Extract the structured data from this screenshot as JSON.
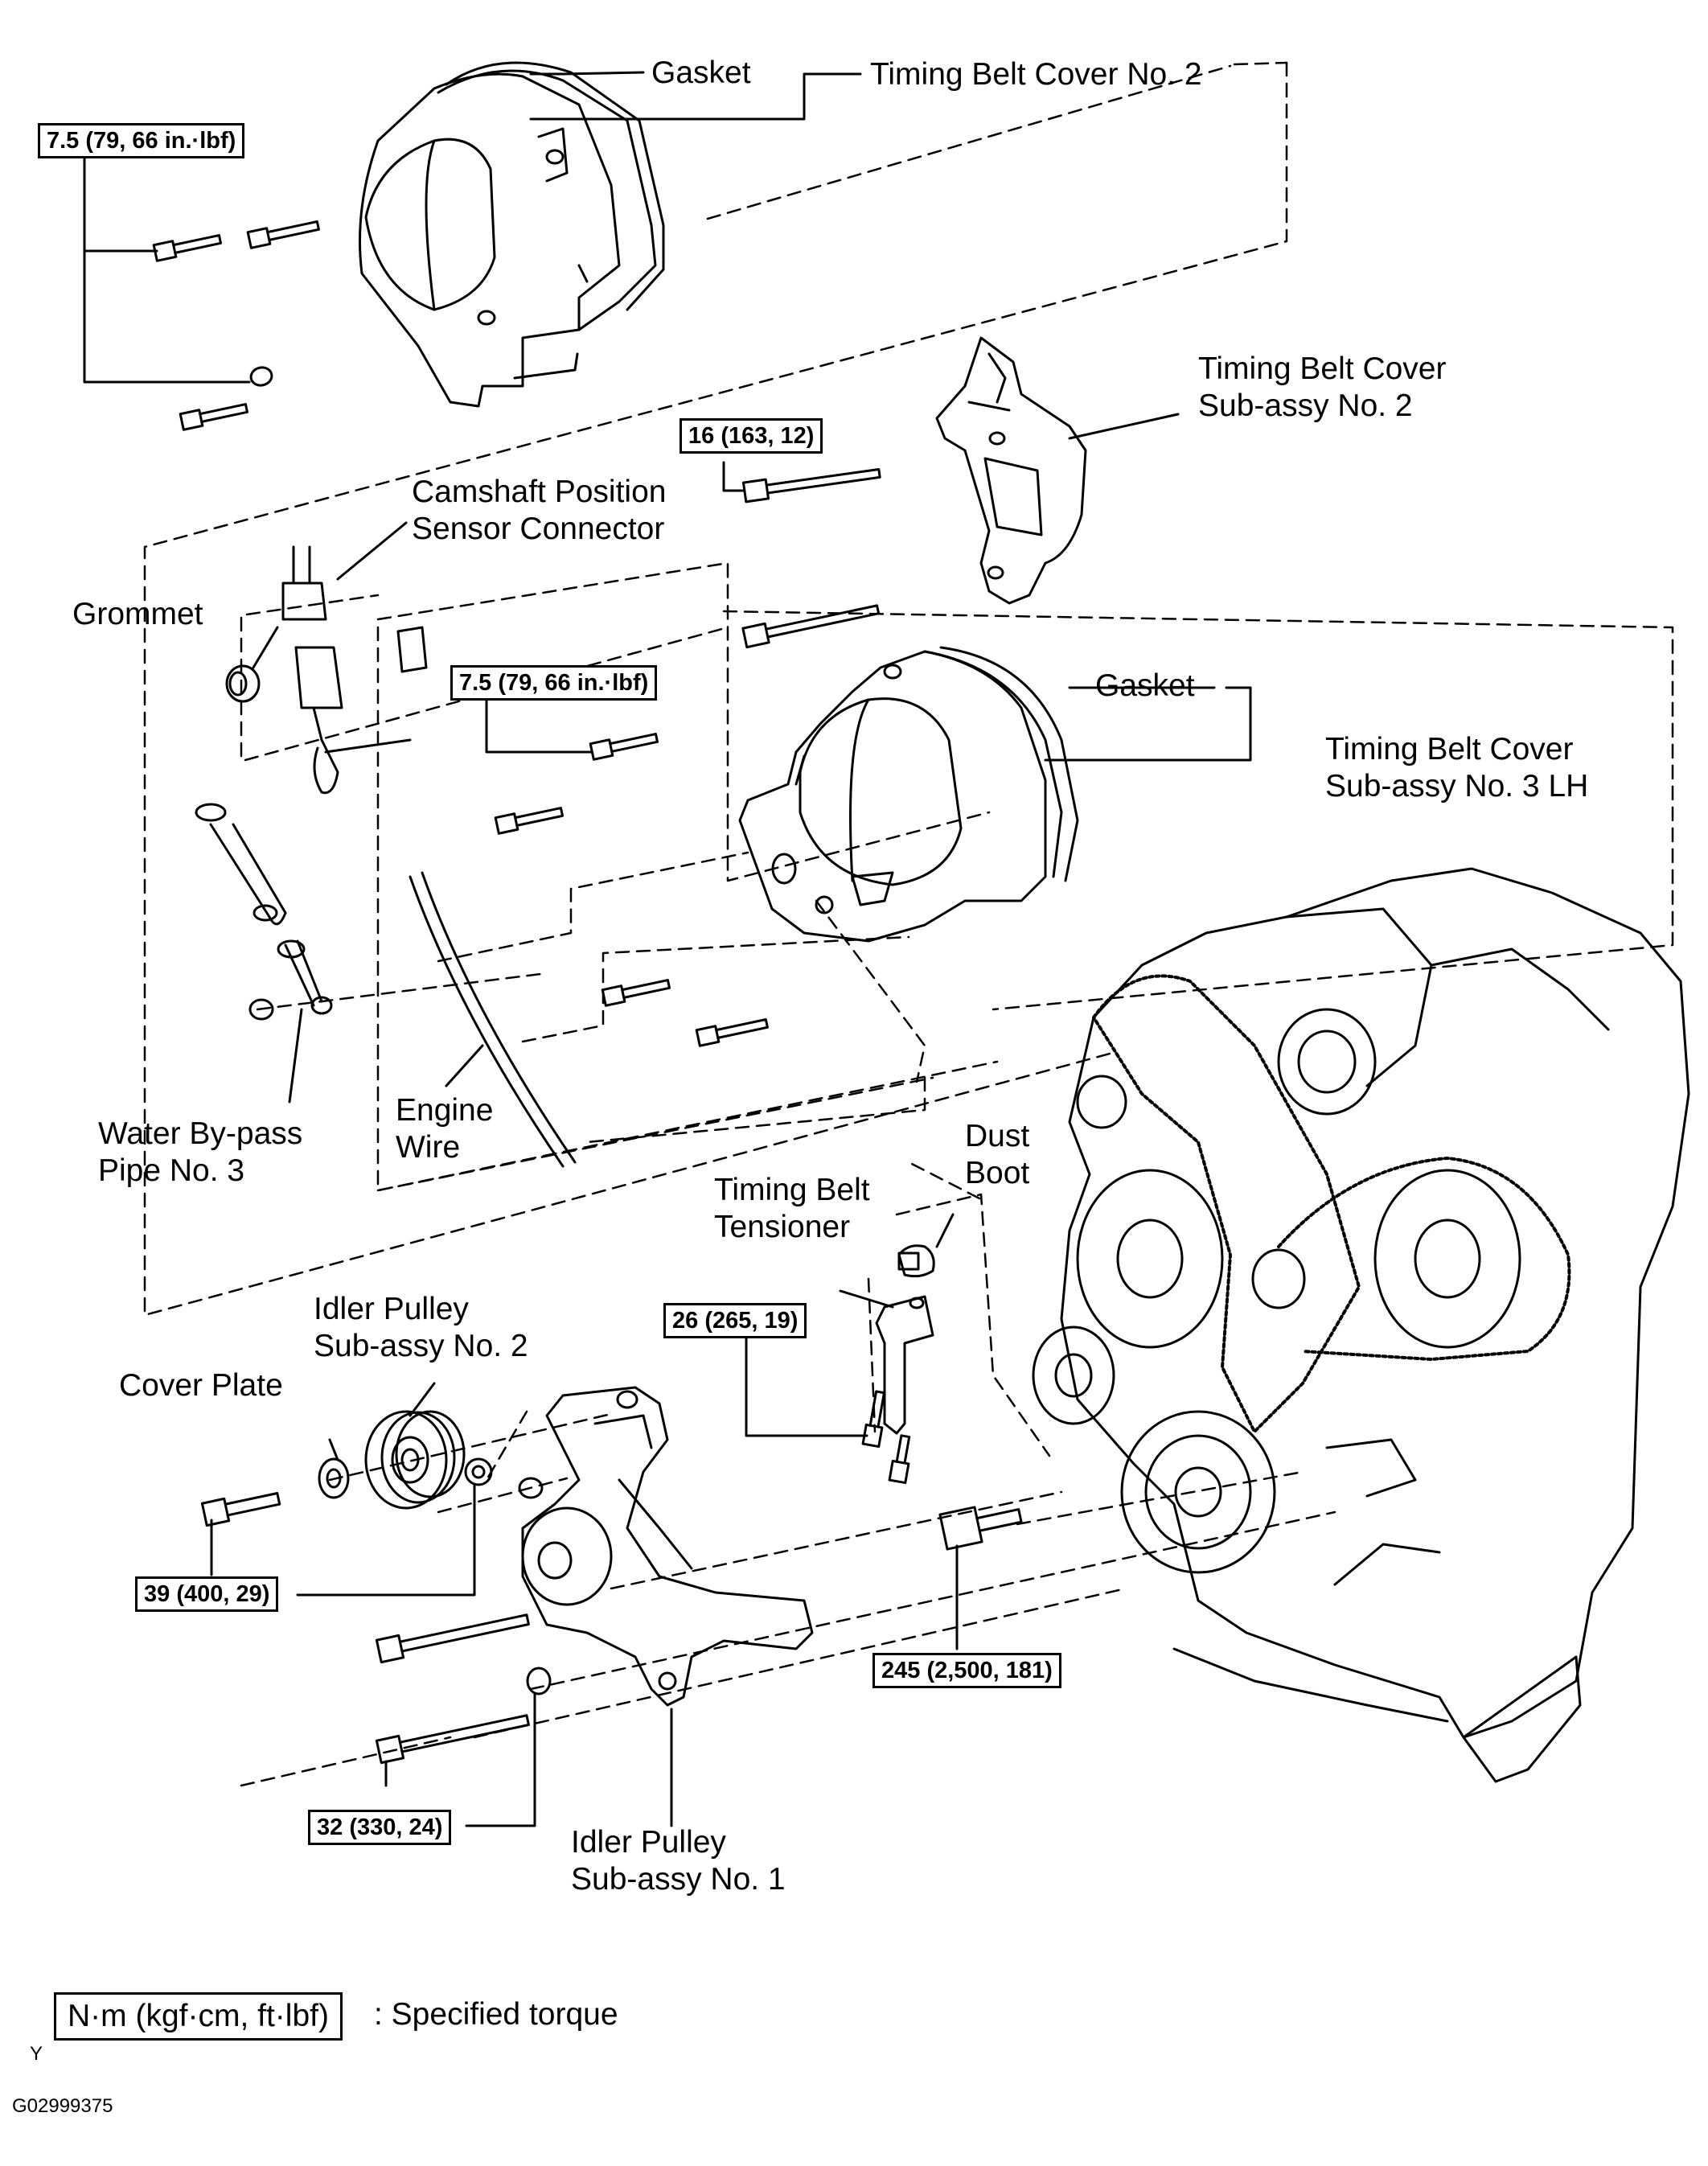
{
  "labels": {
    "gasket_top": "Gasket",
    "tbc_no2": "Timing Belt Cover No. 2",
    "tbc_sub2": [
      "Timing Belt Cover",
      "Sub-assy No. 2"
    ],
    "cam_sensor": [
      "Camshaft Position",
      "Sensor Connector"
    ],
    "grommet": "Grommet",
    "gasket_mid": "Gasket",
    "tbc_sub3": [
      "Timing Belt Cover",
      "Sub-assy No. 3 LH"
    ],
    "engine_wire": [
      "Engine",
      "Wire"
    ],
    "water_bypass": [
      "Water  By-pass",
      "Pipe No. 3"
    ],
    "dust_boot": [
      "Dust",
      "Boot"
    ],
    "tensioner": [
      "Timing Belt",
      "Tensioner"
    ],
    "idler2": [
      "Idler Pulley",
      "Sub-assy  No. 2"
    ],
    "cover_plate": "Cover Plate",
    "idler1": [
      "Idler Pulley",
      "Sub-assy No. 1"
    ]
  },
  "torques": {
    "t1": "7.5 (79, 66 in.·lbf)",
    "t2": "16 (163, 12)",
    "t3": "7.5 (79, 66 in.·lbf)",
    "t4": "26 (265, 19)",
    "t5": "39 (400, 29)",
    "t6": "245 (2,500, 181)",
    "t7": "32 (330, 24)"
  },
  "legend": {
    "unit": "N·m (kgf·cm, ft·lbf)",
    "desc": ": Specified torque"
  },
  "corner_mark": "Y",
  "figure_code": "G02999375"
}
